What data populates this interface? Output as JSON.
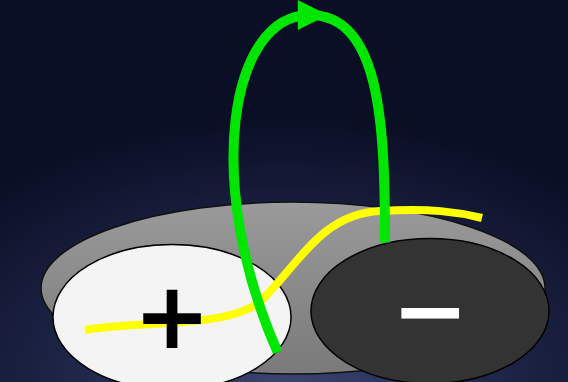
{
  "diagram": {
    "nodes": [
      {
        "text": [
          "+"
        ]
      },
      {
        "text": [
          "−"
        ]
      }
    ],
    "edges": [
      {
        "from": 0,
        "to": 1,
        "arrow": "to"
      }
    ]
  }
}
